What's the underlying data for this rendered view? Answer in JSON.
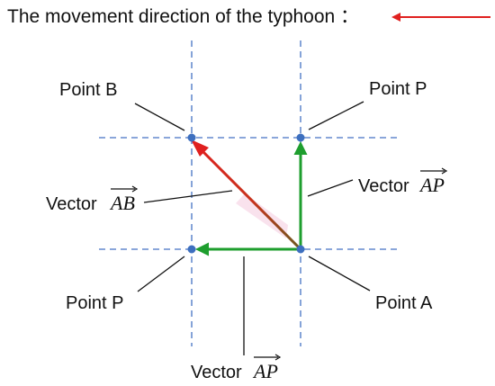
{
  "title": "The movement direction of the typhoon ：",
  "labels": {
    "point_b": "Point B",
    "point_p_top": "Point P",
    "point_p_bottom": "Point P",
    "point_a": "Point A",
    "vector_word": "Vector",
    "vec_ab": "AB",
    "vec_ap": "AP"
  },
  "colors": {
    "grid": "#4472c4",
    "point": "#3d6fbf",
    "ab_arrow": "#e0201f",
    "ap_arrow": "#1e9e2e",
    "legend_arrow": "#e0201f",
    "leader": "#111111"
  }
}
